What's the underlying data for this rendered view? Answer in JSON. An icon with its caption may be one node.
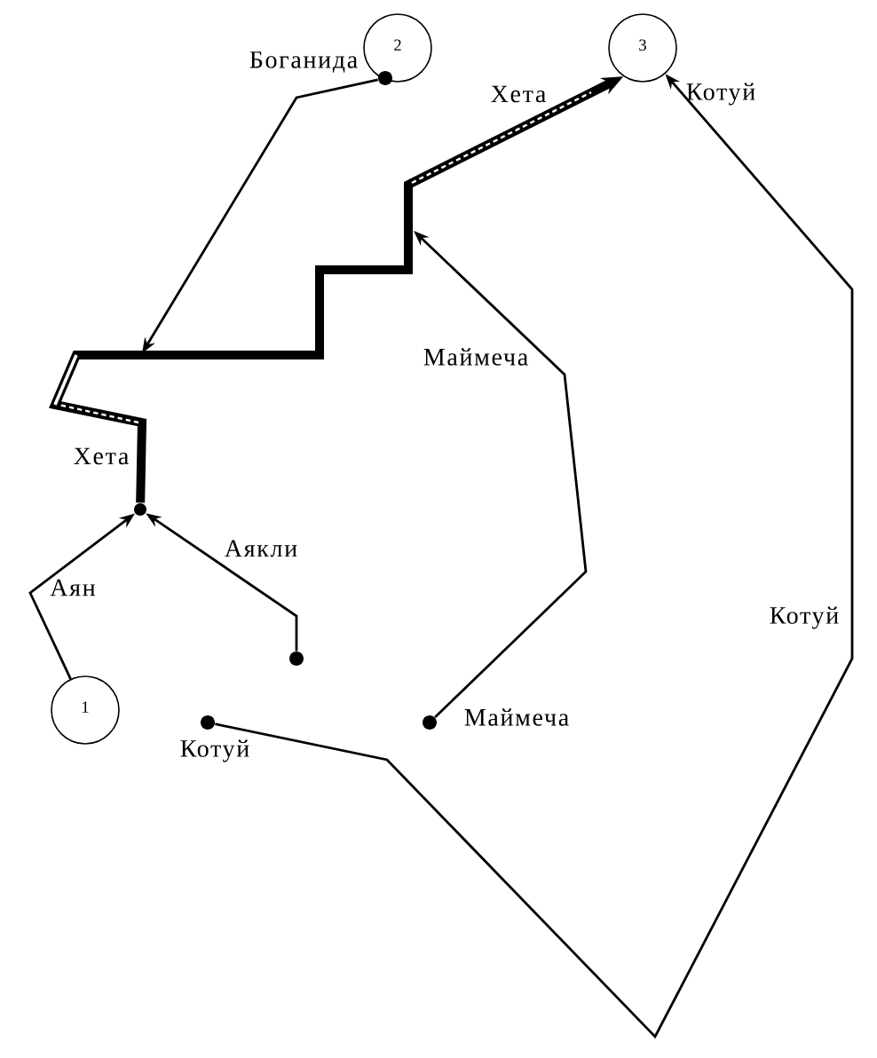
{
  "diagram": {
    "nodes": [
      {
        "text": [
          "2"
        ]
      },
      {
        "text": [
          "3"
        ]
      },
      {
        "text": [],
        "shape": "circle",
        "beside": [
          "Боганида"
        ]
      },
      {
        "text": [],
        "shape": "circle"
      },
      {
        "text": [],
        "shape": "circle"
      },
      {
        "text": [
          "1"
        ]
      },
      {
        "text": [],
        "shape": "circle",
        "beside": [
          "Котуй"
        ]
      },
      {
        "text": [],
        "shape": "circle",
        "beside": [
          "Маймеча"
        ]
      }
    ],
    "edges": [
      {
        "from": 2,
        "to": null,
        "arrow": "to"
      },
      {
        "from": 3,
        "to": 1,
        "arrow": "to",
        "label": "Хета",
        "style": "thick"
      },
      {
        "from": 4,
        "to": 3,
        "arrow": "to",
        "label": "Аякли"
      },
      {
        "from": 5,
        "to": 3,
        "arrow": "to",
        "label": "Аян"
      },
      {
        "from": 7,
        "to": null,
        "arrow": "to",
        "label": "Маймеча"
      },
      {
        "from": 6,
        "to": 1,
        "arrow": "to",
        "label": "Котуй"
      }
    ],
    "labels": [
      "Хета",
      "Котуй"
    ]
  }
}
